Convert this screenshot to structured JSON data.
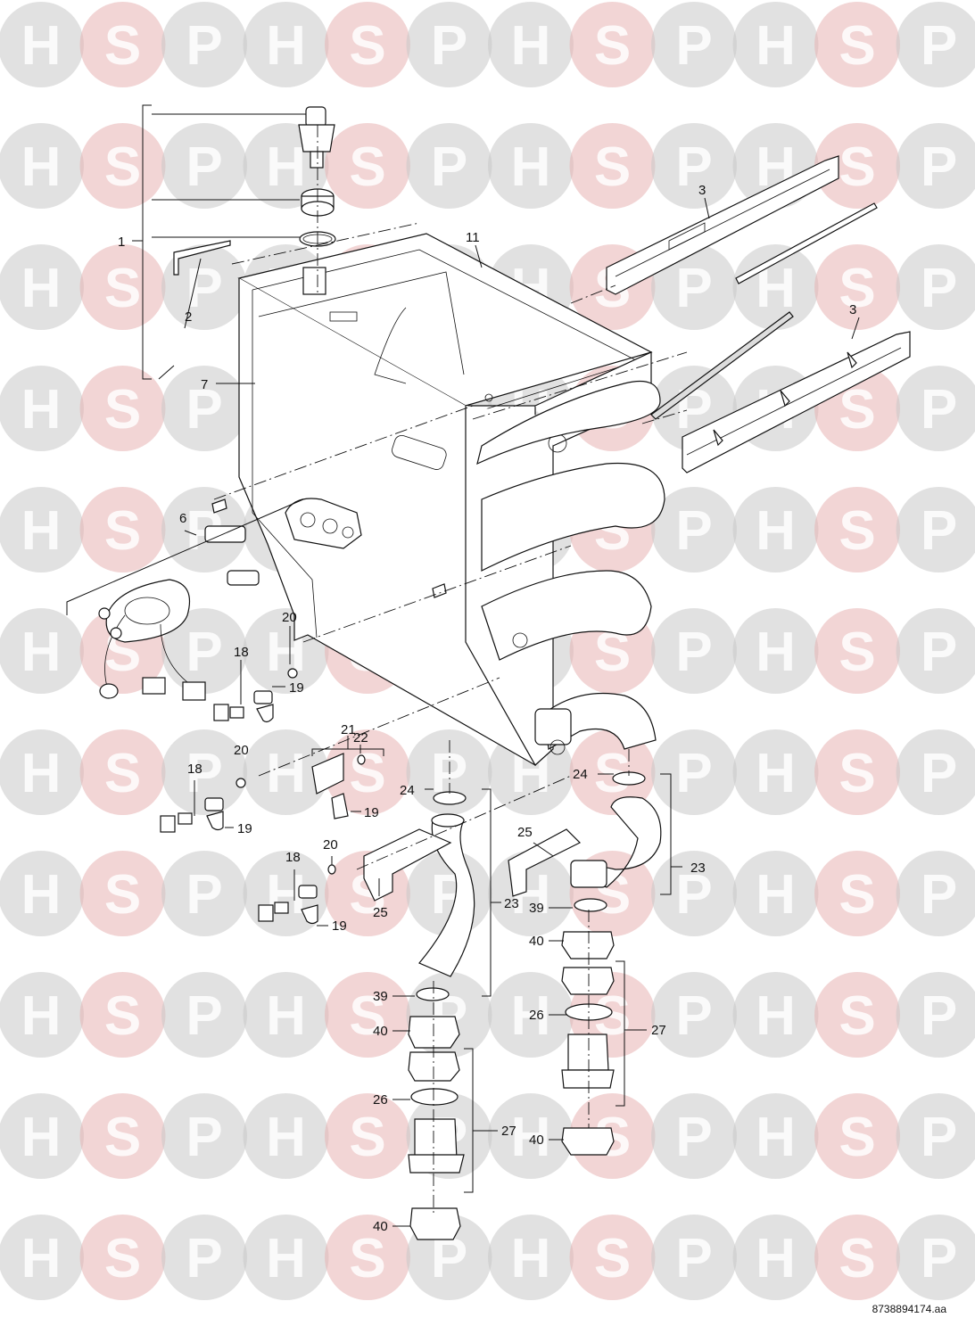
{
  "watermark": {
    "letters": [
      "H",
      "S",
      "P"
    ],
    "colors": {
      "h": "#c8c8c8",
      "s": "#e8b2b2",
      "p": "#c8c8c8",
      "text": "#ffffff"
    }
  },
  "diagram": {
    "callouts": [
      {
        "id": "c1",
        "text": "1"
      },
      {
        "id": "c2",
        "text": "2"
      },
      {
        "id": "c3a",
        "text": "3"
      },
      {
        "id": "c3b",
        "text": "3"
      },
      {
        "id": "c11",
        "text": "11"
      },
      {
        "id": "c7",
        "text": "7"
      },
      {
        "id": "c6",
        "text": "6"
      },
      {
        "id": "c20a",
        "text": "20"
      },
      {
        "id": "c18a",
        "text": "18"
      },
      {
        "id": "c19a",
        "text": "19"
      },
      {
        "id": "c21",
        "text": "21"
      },
      {
        "id": "c22",
        "text": "22"
      },
      {
        "id": "c20b",
        "text": "20"
      },
      {
        "id": "c18b",
        "text": "18"
      },
      {
        "id": "c19b",
        "text": "19"
      },
      {
        "id": "c19c",
        "text": "19"
      },
      {
        "id": "c24a",
        "text": "24"
      },
      {
        "id": "c24b",
        "text": "24"
      },
      {
        "id": "c25a",
        "text": "25"
      },
      {
        "id": "c25b",
        "text": "25"
      },
      {
        "id": "c23a",
        "text": "23"
      },
      {
        "id": "c23b",
        "text": "23"
      },
      {
        "id": "c20c",
        "text": "20"
      },
      {
        "id": "c18c",
        "text": "18"
      },
      {
        "id": "c19d",
        "text": "19"
      },
      {
        "id": "c39a",
        "text": "39"
      },
      {
        "id": "c39b",
        "text": "39"
      },
      {
        "id": "c40a",
        "text": "40"
      },
      {
        "id": "c40b",
        "text": "40"
      },
      {
        "id": "c40c",
        "text": "40"
      },
      {
        "id": "c40d",
        "text": "40"
      },
      {
        "id": "c26a",
        "text": "26"
      },
      {
        "id": "c26b",
        "text": "26"
      },
      {
        "id": "c27a",
        "text": "27"
      },
      {
        "id": "c27b",
        "text": "27"
      }
    ],
    "reference": "8738894174.aa"
  }
}
